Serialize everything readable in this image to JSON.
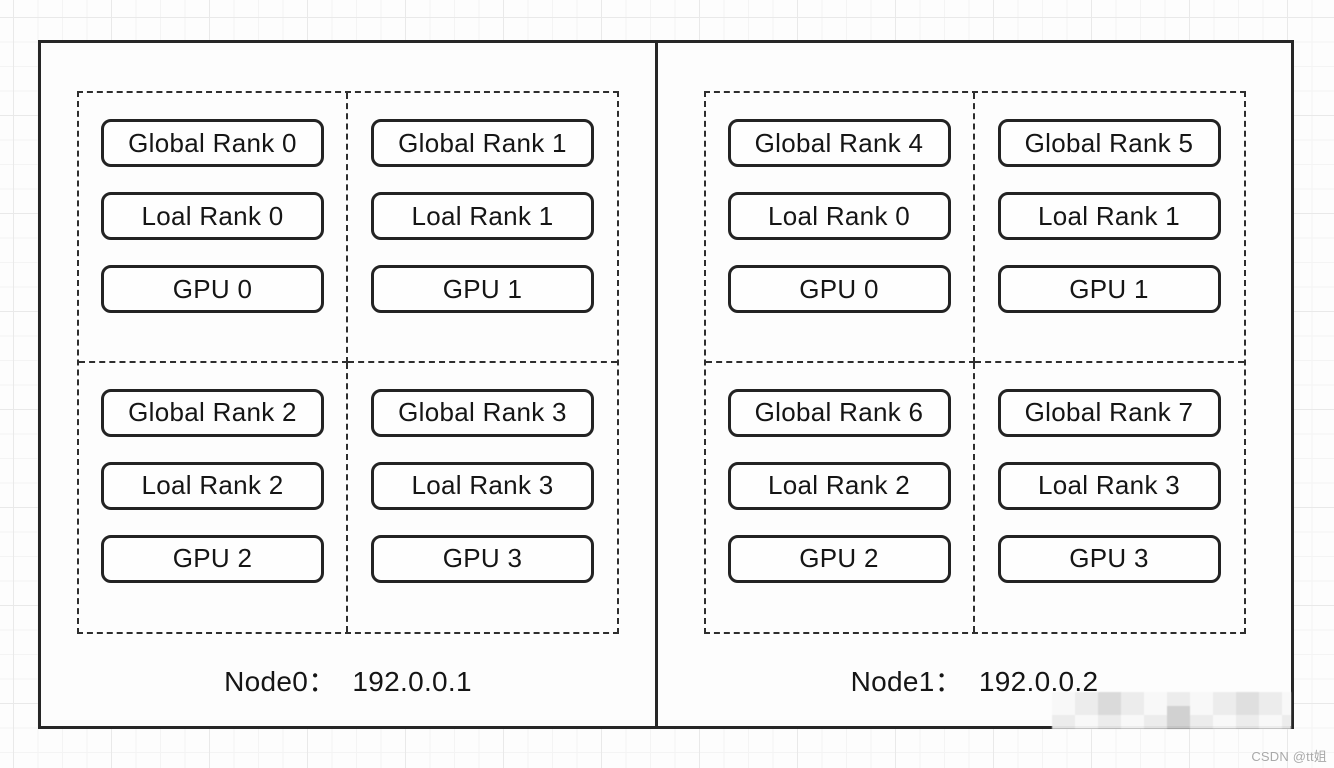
{
  "nodes": [
    {
      "label": "Node0：",
      "ip": "192.0.0.1",
      "gpus": [
        {
          "global_rank": "Global Rank 0",
          "local_rank": "Loal Rank 0",
          "gpu": "GPU 0"
        },
        {
          "global_rank": "Global Rank 1",
          "local_rank": "Loal Rank 1",
          "gpu": "GPU 1"
        },
        {
          "global_rank": "Global Rank 2",
          "local_rank": "Loal Rank 2",
          "gpu": "GPU 2"
        },
        {
          "global_rank": "Global Rank 3",
          "local_rank": "Loal Rank 3",
          "gpu": "GPU 3"
        }
      ]
    },
    {
      "label": "Node1：",
      "ip": "192.0.0.2",
      "gpus": [
        {
          "global_rank": "Global Rank 4",
          "local_rank": "Loal Rank 0",
          "gpu": "GPU 0"
        },
        {
          "global_rank": "Global Rank 5",
          "local_rank": "Loal Rank 1",
          "gpu": "GPU 1"
        },
        {
          "global_rank": "Global Rank 6",
          "local_rank": "Loal Rank 2",
          "gpu": "GPU 2"
        },
        {
          "global_rank": "Global Rank 7",
          "local_rank": "Loal Rank 3",
          "gpu": "GPU 3"
        }
      ]
    }
  ],
  "watermark": {
    "text": "CSDN @tt姐"
  },
  "colors": {
    "line": "#262626",
    "text": "#151515",
    "watermark_text": "#a9a9a9"
  }
}
